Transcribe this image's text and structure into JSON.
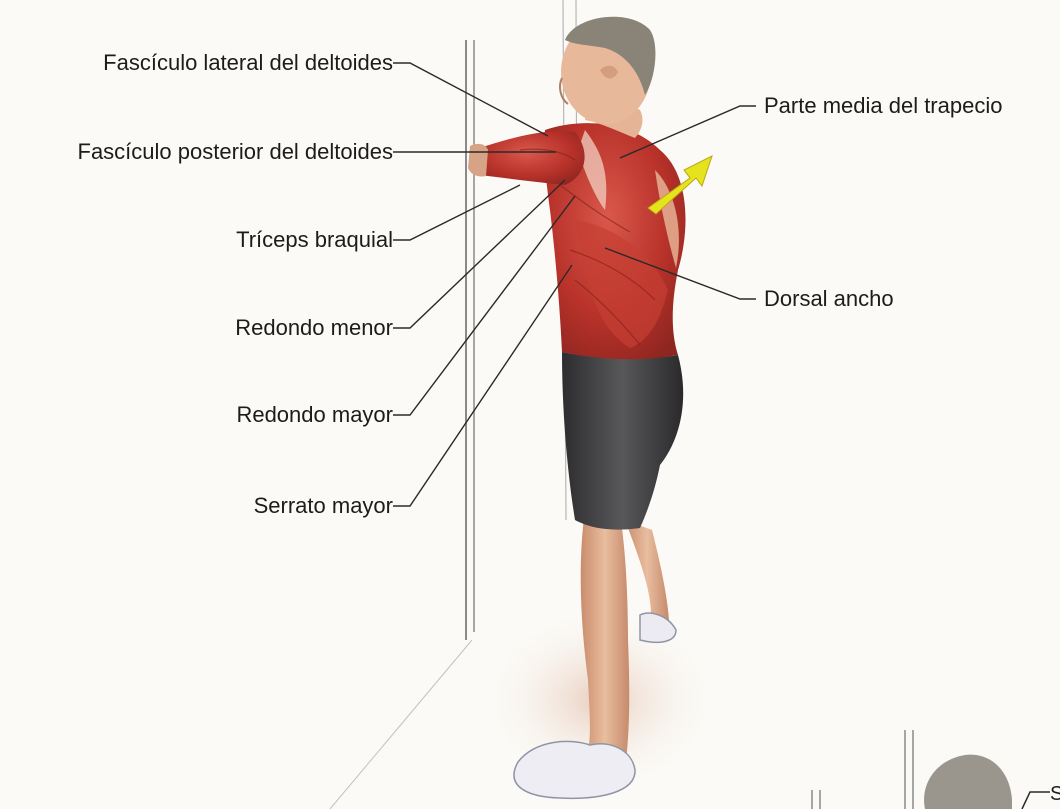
{
  "labels": {
    "deltoid_lateral": "Fascículo lateral del deltoides",
    "deltoid_posterior": "Fascículo posterior del deltoides",
    "triceps": "Tríceps braquial",
    "teres_minor": "Redondo menor",
    "teres_major": "Redondo mayor",
    "serratus": "Serrato mayor",
    "mid_trapezius": "Parte media del trapecio",
    "latissimus": "Dorsal ancho"
  },
  "colors": {
    "muscle": "#c23a30",
    "skin": "#e7b596",
    "shorts": "#3b3a3c",
    "arrow": "#e6e21e",
    "wall_line": "#8a8a8a",
    "leader_line": "#2a2a2a"
  },
  "icons": {
    "arrow": "stretch-direction-arrow-icon"
  }
}
